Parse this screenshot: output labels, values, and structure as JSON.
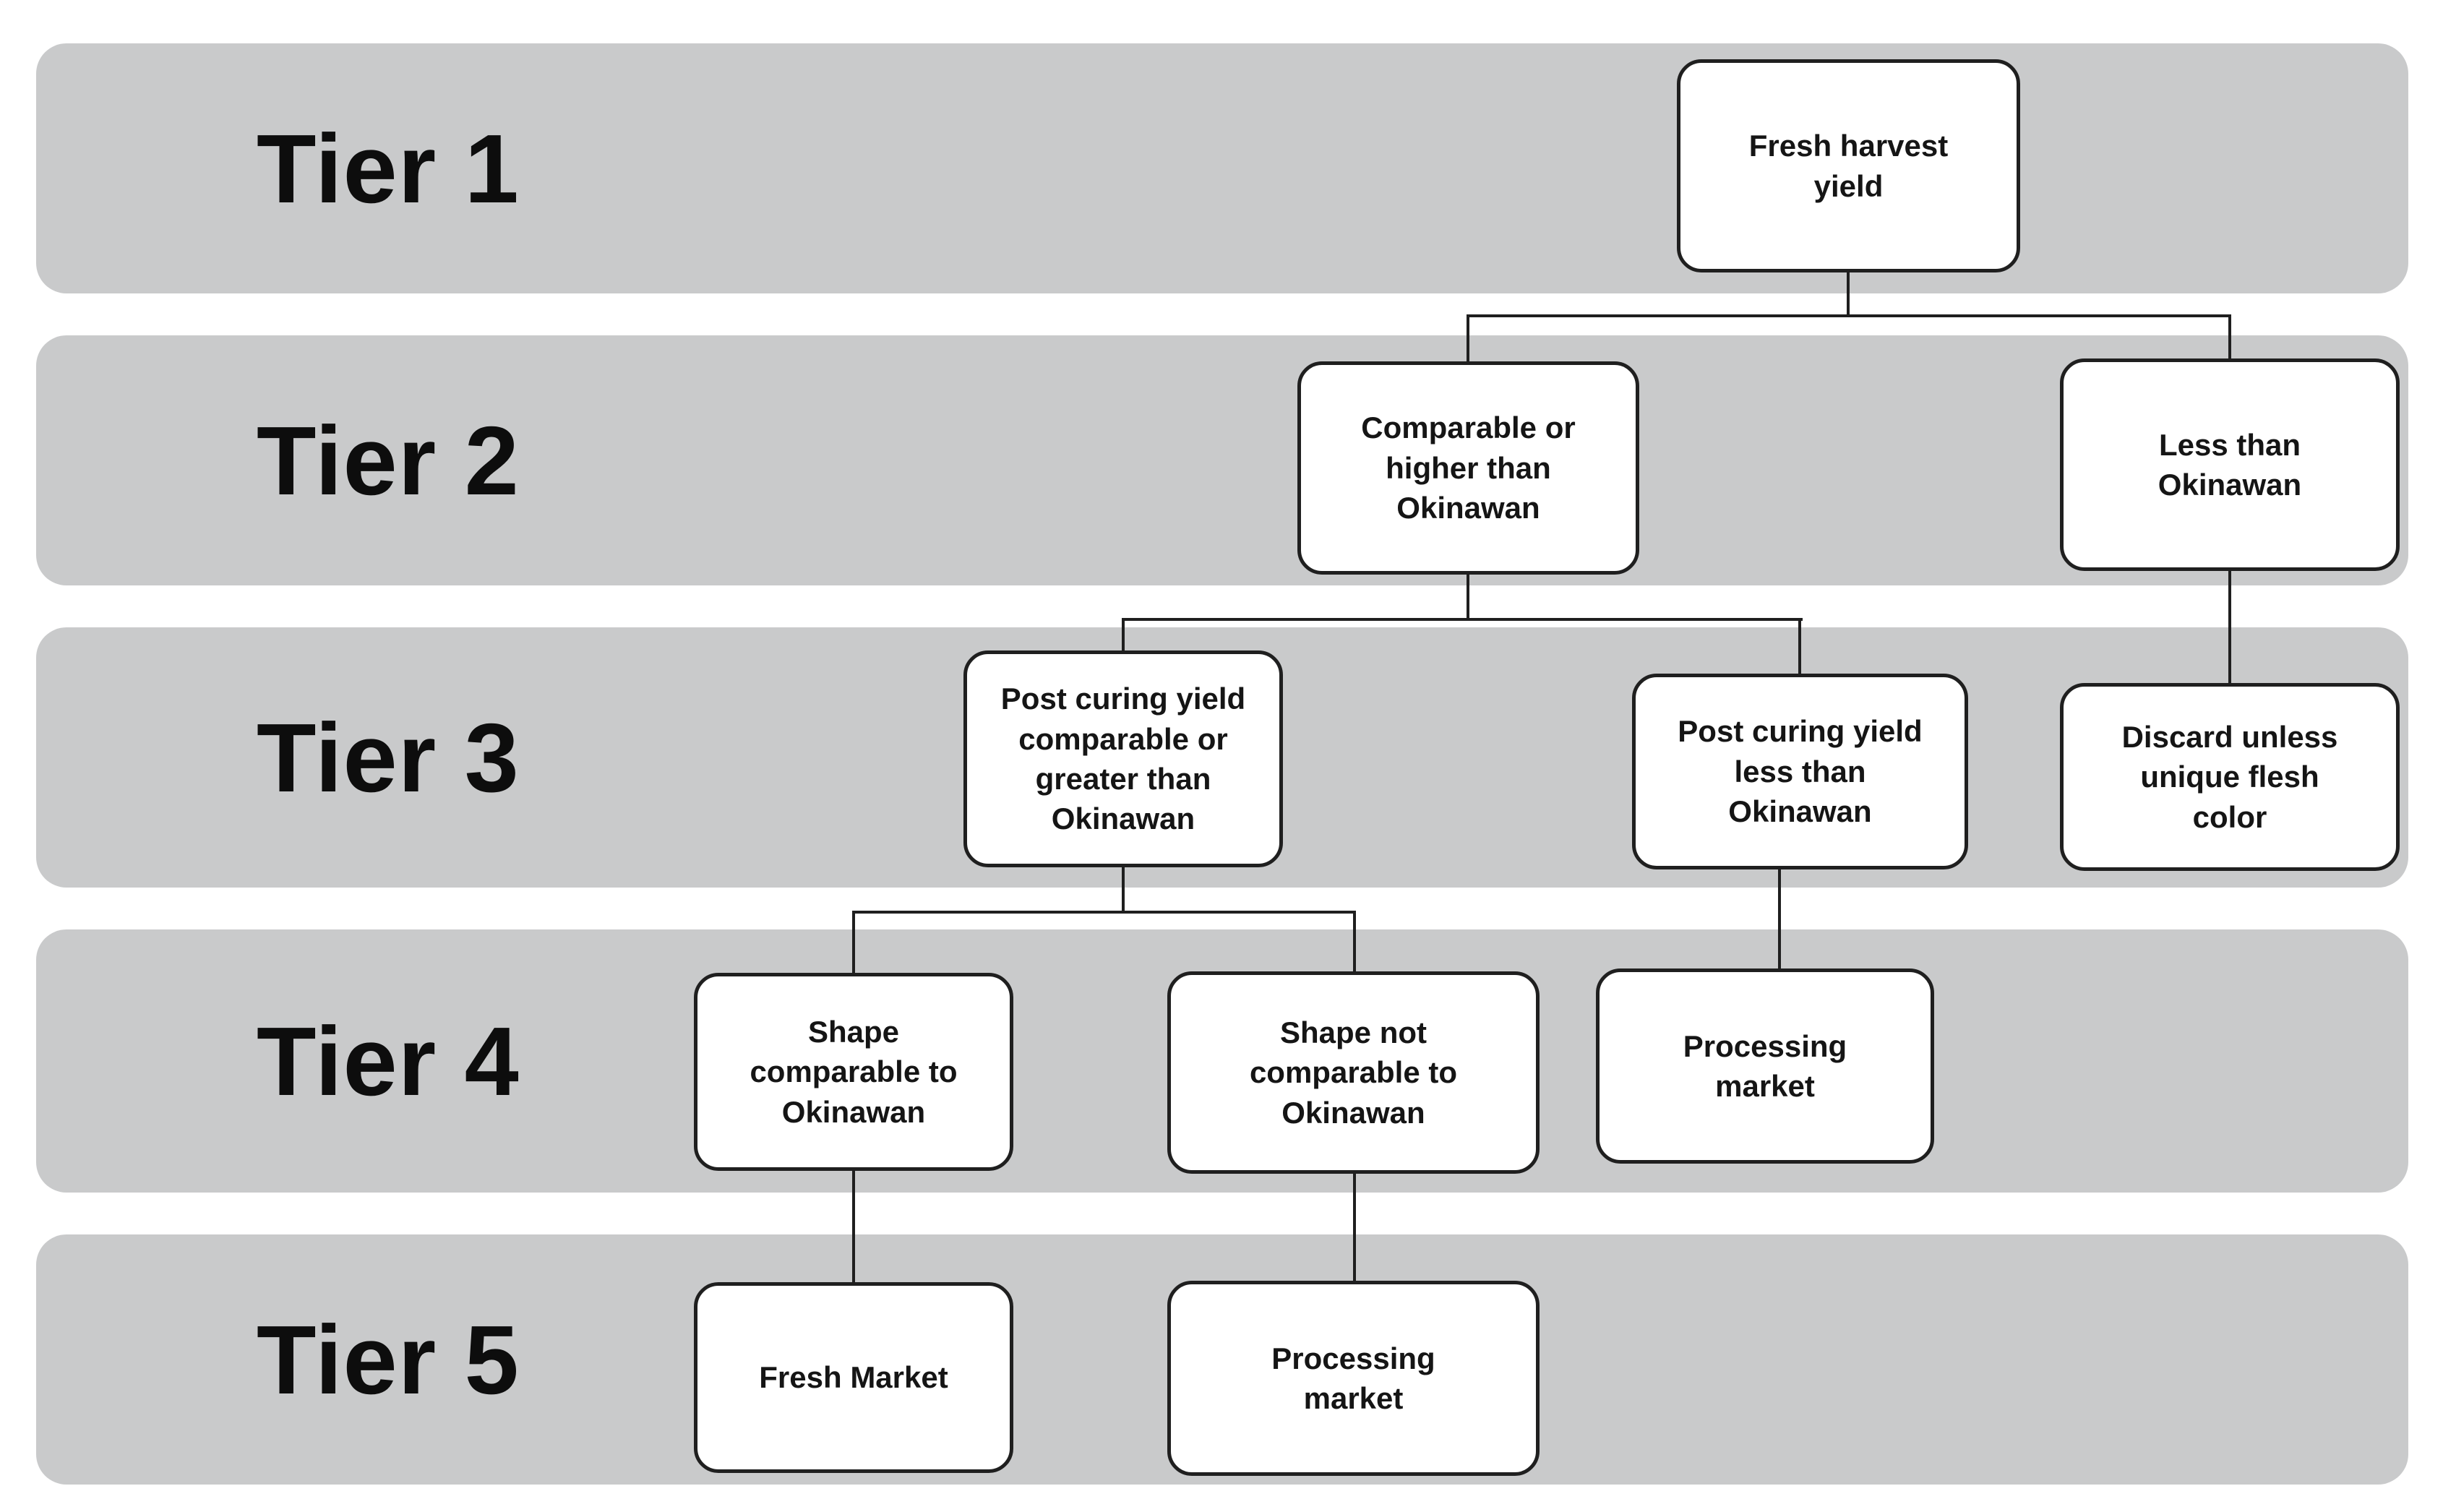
{
  "diagram": {
    "type": "decision-tree",
    "tiers": [
      {
        "label": "Tier 1"
      },
      {
        "label": "Tier 2"
      },
      {
        "label": "Tier 3"
      },
      {
        "label": "Tier 4"
      },
      {
        "label": "Tier 5"
      }
    ],
    "nodes": {
      "fresh_harvest": {
        "tier": "Tier 1",
        "text": "Fresh harvest\nyield"
      },
      "comparable_or_higher": {
        "tier": "Tier 2",
        "text": "Comparable or\nhigher than\nOkinawan"
      },
      "less_than": {
        "tier": "Tier 2",
        "text": "Less than\nOkinawan"
      },
      "post_curing_comparable": {
        "tier": "Tier 3",
        "text": "Post curing yield\ncomparable or\ngreater than\nOkinawan"
      },
      "post_curing_less": {
        "tier": "Tier 3",
        "text": "Post curing yield\nless than\nOkinawan"
      },
      "discard": {
        "tier": "Tier 3",
        "text": "Discard unless\nunique flesh\ncolor"
      },
      "shape_comparable": {
        "tier": "Tier 4",
        "text": "Shape\ncomparable to\nOkinawan"
      },
      "shape_not_comparable": {
        "tier": "Tier 4",
        "text": "Shape not\ncomparable to\nOkinawan"
      },
      "processing_market_t4": {
        "tier": "Tier 4",
        "text": "Processing\nmarket"
      },
      "fresh_market": {
        "tier": "Tier 5",
        "text": "Fresh Market"
      },
      "processing_market_t5": {
        "tier": "Tier 5",
        "text": "Processing\nmarket"
      }
    },
    "edges": [
      [
        "fresh_harvest",
        "comparable_or_higher"
      ],
      [
        "fresh_harvest",
        "less_than"
      ],
      [
        "comparable_or_higher",
        "post_curing_comparable"
      ],
      [
        "comparable_or_higher",
        "post_curing_less"
      ],
      [
        "less_than",
        "discard"
      ],
      [
        "post_curing_comparable",
        "shape_comparable"
      ],
      [
        "post_curing_comparable",
        "shape_not_comparable"
      ],
      [
        "post_curing_less",
        "processing_market_t4"
      ],
      [
        "shape_comparable",
        "fresh_market"
      ],
      [
        "shape_not_comparable",
        "processing_market_t5"
      ]
    ],
    "colors": {
      "band_gray": "#c9cacb",
      "box_fill": "#ffffff",
      "box_border": "#1f1f1f",
      "connector": "#1f1f1f",
      "text": "#151515",
      "background": "#ffffff"
    }
  }
}
